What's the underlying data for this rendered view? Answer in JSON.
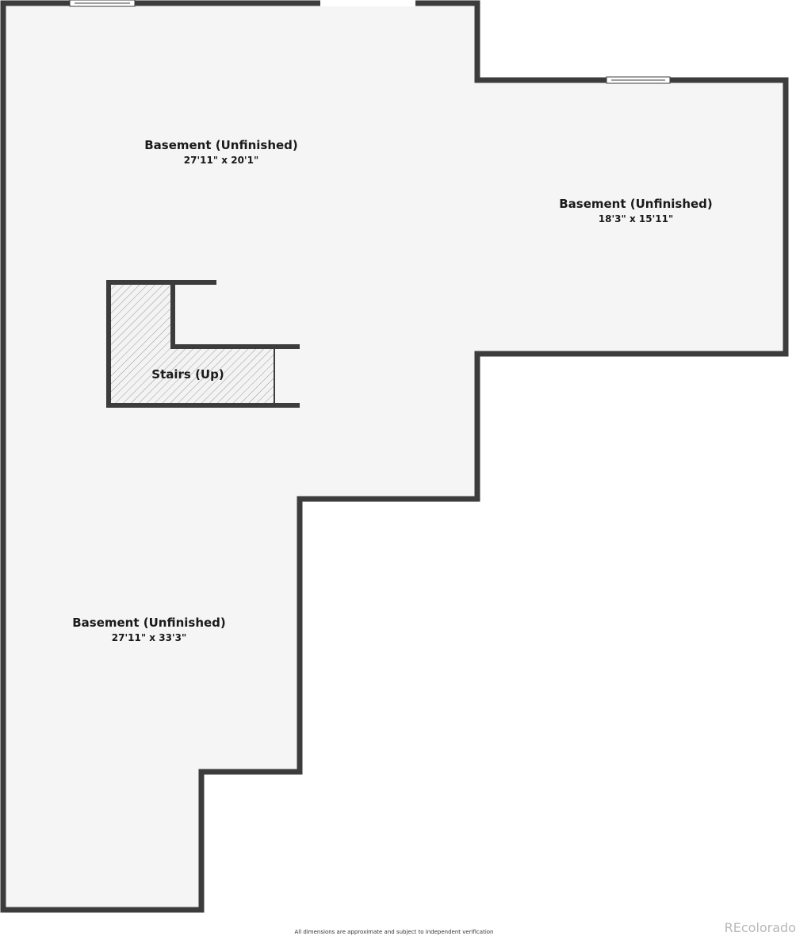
{
  "colors": {
    "wall": "#3c3c3c",
    "floor": "#f5f5f5",
    "background": "#ffffff",
    "hatch": "#9a9a9a",
    "watermark": "#b8b8b8"
  },
  "rooms": [
    {
      "name": "Basement (Unfinished)",
      "dimensions": "27'11\" x 20'1\""
    },
    {
      "name": "Basement (Unfinished)",
      "dimensions": "18'3\" x 15'11\""
    },
    {
      "name": "Basement (Unfinished)",
      "dimensions": "27'11\" x 33'3\""
    }
  ],
  "stairs": {
    "label": "Stairs (Up)"
  },
  "footer": {
    "disclaimer": "All dimensions are approximate and subject to independent verification",
    "watermark": "REcolorado"
  }
}
